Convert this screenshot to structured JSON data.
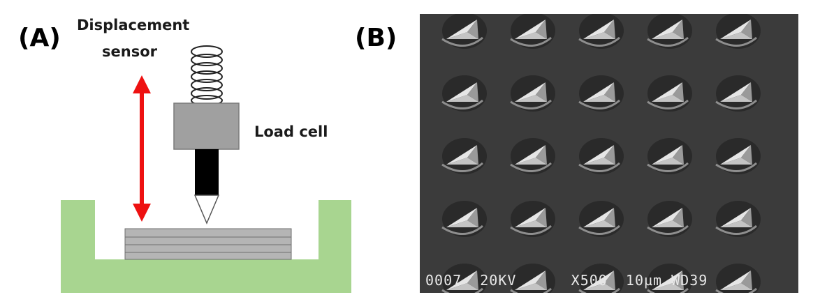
{
  "panels": {
    "a_label": "(A)",
    "b_label": "(B)"
  },
  "diagram": {
    "displacement_line1": "Displacement",
    "displacement_line2": "sensor",
    "load_cell_label": "Load cell",
    "colors": {
      "frame": "#a8d590",
      "load_cell": "#a0a0a0",
      "indenter_shaft": "#000000",
      "arrow": "#ee1111",
      "sample": "#b5b5b5"
    }
  },
  "sem": {
    "info_line": "0007  20KV      X500  10µm WD39",
    "grid": {
      "rows": 5,
      "cols": 5
    },
    "colors": {
      "background": "#3b3b3b"
    }
  }
}
